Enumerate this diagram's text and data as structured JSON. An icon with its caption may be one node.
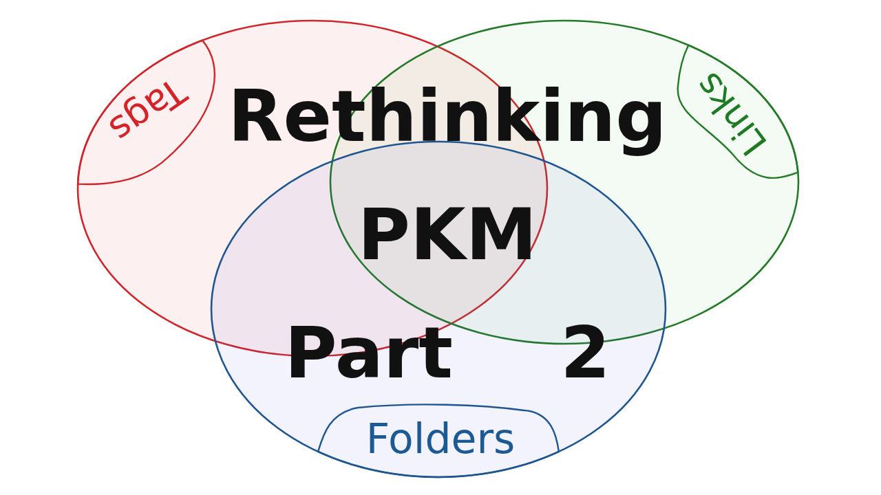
{
  "diagram": {
    "title": "Rethinking PKM Part 2",
    "nodes": [
      {
        "text": [],
        "shape": "ellipse"
      },
      {
        "text": [
          "Tags"
        ],
        "in": 0
      },
      {
        "text": [],
        "shape": "ellipse"
      },
      {
        "text": [
          "Links"
        ],
        "in": 2
      },
      {
        "text": [],
        "shape": "ellipse"
      },
      {
        "text": [
          "Folders"
        ],
        "in": 4
      }
    ]
  }
}
